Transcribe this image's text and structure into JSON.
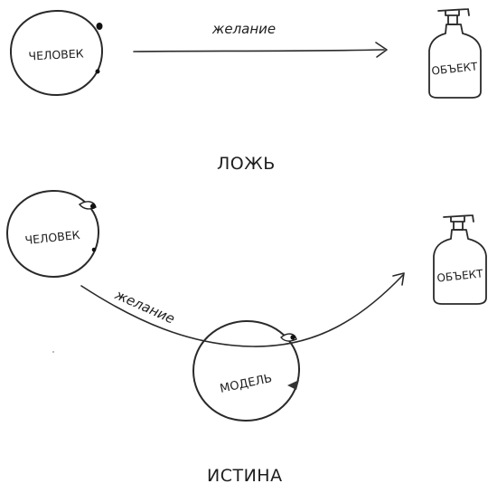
{
  "top_scheme": {
    "person_label": "ЧЕЛОВЕК",
    "desire_label": "желание",
    "object_label": "ОБЪЕКТ",
    "caption": "ЛОЖЬ"
  },
  "bottom_scheme": {
    "person_label": "ЧЕЛОВЕК",
    "desire_label": "желание",
    "model_label": "МОДЕЛЬ",
    "object_label": "ОБЪЕКТ",
    "caption": "ИСТИНА"
  }
}
